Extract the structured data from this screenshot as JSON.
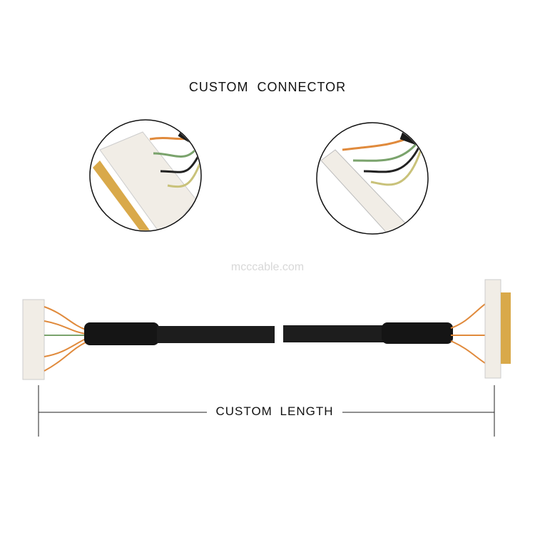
{
  "header": {
    "title": "CUSTOM CONNECTOR"
  },
  "watermark": "mcccable.com",
  "dimension": {
    "label": "CUSTOM LENGTH"
  },
  "colors": {
    "cable": "#1a1a1a",
    "connector": "#f1ede6",
    "pins": "#d9a94a",
    "line": "#222222"
  }
}
